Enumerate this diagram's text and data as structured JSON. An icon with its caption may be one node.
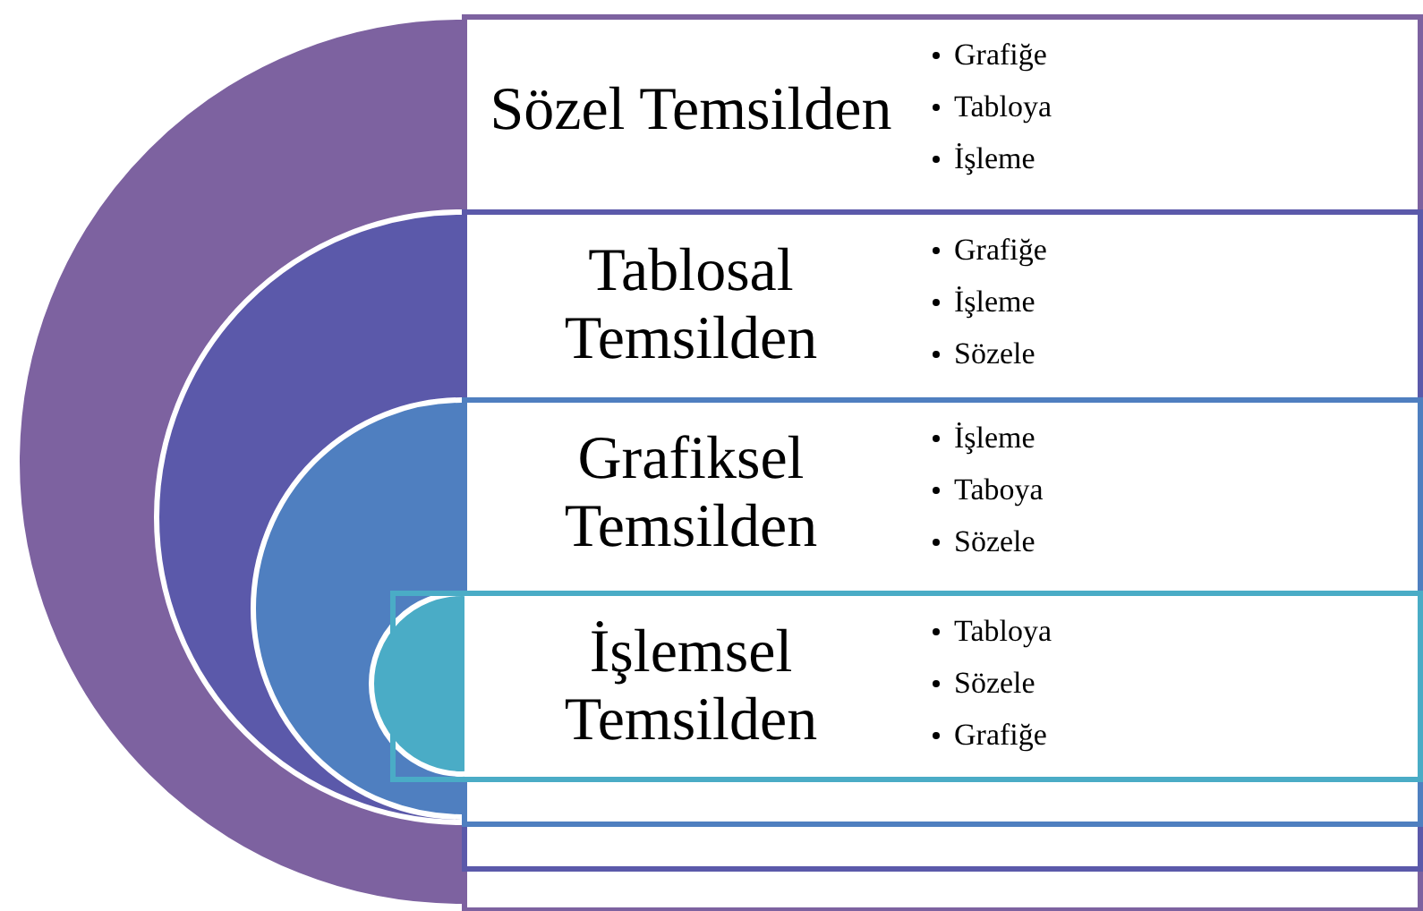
{
  "diagram": {
    "nodes": [
      {
        "text": [
          "Sözel Temsilden",
          "Grafiğe",
          "Tabloya",
          "İşleme"
        ]
      },
      {
        "text": [
          "Tablosal Temsilden",
          "Grafiğe",
          "İşleme",
          "Sözele"
        ],
        "in": 0
      },
      {
        "text": [
          "Grafiksel Temsilden",
          "İşleme",
          "Taboya",
          "Sözele"
        ],
        "in": 1
      },
      {
        "text": [
          "İşlemsel Temsilden",
          "Tabloya",
          "Sözele",
          "Grafiğe"
        ],
        "in": 2
      }
    ]
  }
}
